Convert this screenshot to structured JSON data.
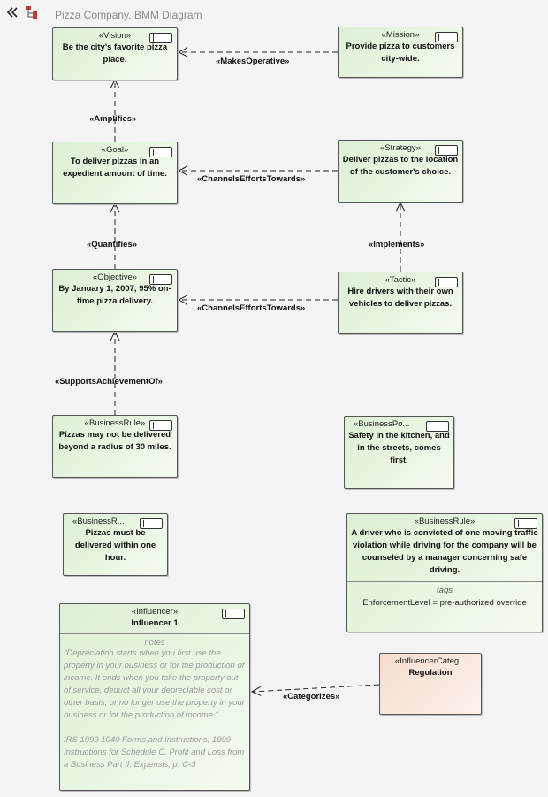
{
  "toolbar": {
    "title": "Pizza Company.  BMM Diagram"
  },
  "elements": {
    "vision": {
      "stereotype": "«Vision»",
      "name": "Be the city's favorite pizza place."
    },
    "mission": {
      "stereotype": "«Mission»",
      "name": "Provide pizza to customers city-wide."
    },
    "goal": {
      "stereotype": "«Goal»",
      "name": "To deliver pizzas in an expedient amount of time."
    },
    "strategy": {
      "stereotype": "«Strategy»",
      "name": "Deliver pizzas to the location of the customer's choice."
    },
    "objective": {
      "stereotype": "«Objective»",
      "name": "By January 1, 2007, 95% on-time pizza delivery."
    },
    "tactic": {
      "stereotype": "«Tactic»",
      "name": "Hire drivers with their own vehicles to deliver pizzas."
    },
    "business_rule_1": {
      "stereotype": "«BusinessRule»",
      "name": "Pizzas may not be delivered beyond a radius of 30 miles."
    },
    "business_policy": {
      "stereotype": "«BusinessPo...",
      "name": "Safety in the kitchen, and in the streets, comes first."
    },
    "business_rule_2": {
      "stereotype": "«BusinessR...",
      "name": "Pizzas must be delivered within one hour."
    },
    "business_rule_3": {
      "stereotype": "«BusinessRule»",
      "name": "A driver who is convicted of one moving traffic violation while driving for the company will be counseled by a manager concerning safe driving.",
      "tags_title": "tags",
      "tags_value": "EnforcementLevel = pre-authorized override"
    },
    "influencer": {
      "stereotype": "«Influencer»",
      "name": "Influencer 1",
      "notes_title": "notes",
      "notes_text": "\"Depreciation starts when you first use the property in your business or for the production of income. It ends when you take the property out of service, deduct all your depreciable cost or other basis, or no longer use the property in your business or for the production of income.\"\n\nIRS 1999 1040 Forms and Instructions, 1999 Instructions for Schedule C, Profit and Loss from a Business Part II. Expensis, p. C-3"
    },
    "regulation": {
      "stereotype": "«InfluencerCateg...",
      "name": "Regulation"
    }
  },
  "connectors": {
    "makes_operative": "«MakesOperative»",
    "amplifies": "«Amplifies»",
    "channels_goal": "«ChannelsEffortsTowards»",
    "quantifies": "«Quantifies»",
    "implements": "«Implements»",
    "channels_objective": "«ChannelsEffortsTowards»",
    "supports": "«SupportsAchievementOf»",
    "categorizes": "«Categorizes»"
  }
}
